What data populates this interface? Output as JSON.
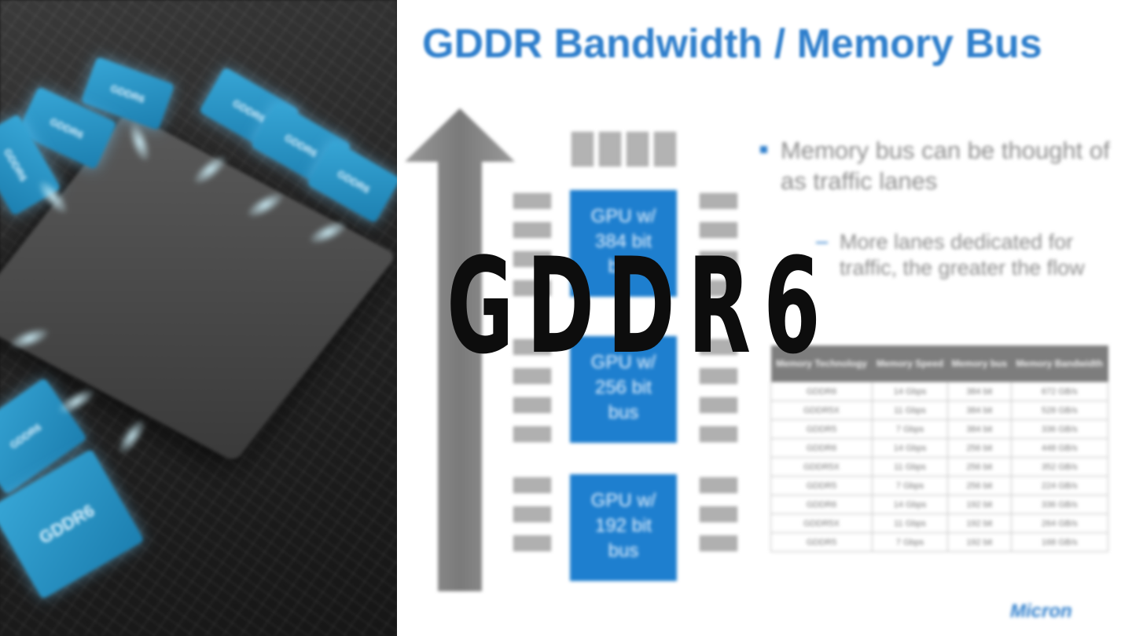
{
  "photo": {
    "module_label": "GDDR6"
  },
  "slide": {
    "title": "GDDR Bandwidth / Memory Bus",
    "gpus": [
      {
        "label_line1": "GPU w/",
        "label_line2": "384 bit",
        "label_line3": "bus"
      },
      {
        "label_line1": "GPU w/",
        "label_line2": "256 bit",
        "label_line3": "bus"
      },
      {
        "label_line1": "GPU w/",
        "label_line2": "192 bit",
        "label_line3": "bus"
      }
    ],
    "bullet": "Memory bus can be thought of as traffic lanes",
    "sub_bullet": "More lanes dedicated for traffic, the greater the flow",
    "table": {
      "headers": [
        "Memory Technology",
        "Memory Speed",
        "Memory bus",
        "Memory Bandwidth"
      ],
      "rows": [
        [
          "GDDR6",
          "14 Gbps",
          "384 bit",
          "672 GB/s"
        ],
        [
          "GDDR5X",
          "11 Gbps",
          "384 bit",
          "528 GB/s"
        ],
        [
          "GDDR5",
          "7 Gbps",
          "384 bit",
          "336 GB/s"
        ],
        [
          "GDDR6",
          "14 Gbps",
          "256 bit",
          "448 GB/s"
        ],
        [
          "GDDR5X",
          "11 Gbps",
          "256 bit",
          "352 GB/s"
        ],
        [
          "GDDR5",
          "7 Gbps",
          "256 bit",
          "224 GB/s"
        ],
        [
          "GDDR6",
          "14 Gbps",
          "192 bit",
          "336 GB/s"
        ],
        [
          "GDDR5X",
          "11 Gbps",
          "192 bit",
          "264 GB/s"
        ],
        [
          "GDDR5",
          "7 Gbps",
          "192 bit",
          "168 GB/s"
        ]
      ]
    },
    "logo": "Micron"
  },
  "overlay": {
    "title": "GDDR6"
  },
  "colors": {
    "accent_blue": "#2f7fcc",
    "gpu_blue": "#1e7fcf",
    "module_blue": "#2a92c4"
  }
}
